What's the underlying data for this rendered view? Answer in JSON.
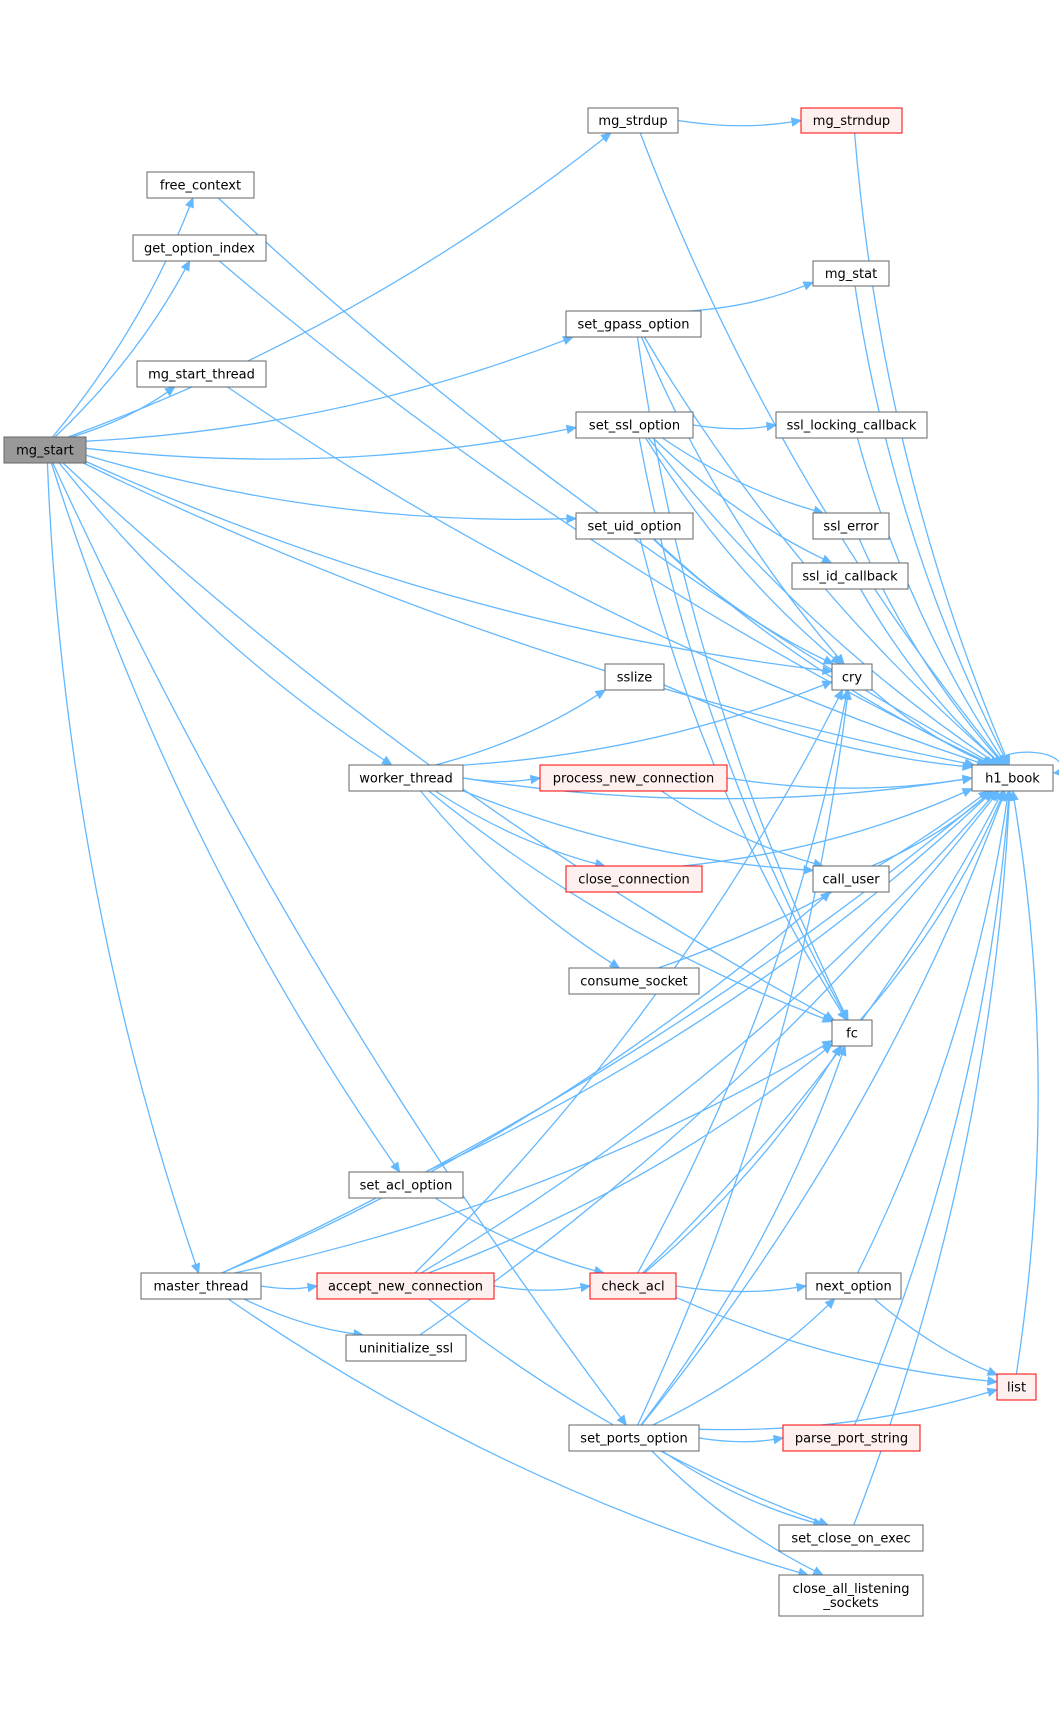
{
  "nodes": [
    {
      "id": "mg_start",
      "label": "mg_start",
      "style": "root"
    },
    {
      "id": "mg_strdup",
      "label": "mg_strdup",
      "style": "normal"
    },
    {
      "id": "mg_strndup",
      "label": "mg_strndup",
      "style": "red"
    },
    {
      "id": "free_context",
      "label": "free_context",
      "style": "normal"
    },
    {
      "id": "get_option_index",
      "label": "get_option_index",
      "style": "normal"
    },
    {
      "id": "mg_stat",
      "label": "mg_stat",
      "style": "normal"
    },
    {
      "id": "set_gpass_option",
      "label": "set_gpass_option",
      "style": "normal"
    },
    {
      "id": "mg_start_thread",
      "label": "mg_start_thread",
      "style": "normal"
    },
    {
      "id": "set_ssl_option",
      "label": "set_ssl_option",
      "style": "normal"
    },
    {
      "id": "ssl_locking_callback",
      "label": "ssl_locking_callback",
      "style": "normal"
    },
    {
      "id": "set_uid_option",
      "label": "set_uid_option",
      "style": "normal"
    },
    {
      "id": "ssl_error",
      "label": "ssl_error",
      "style": "normal"
    },
    {
      "id": "ssl_id_callback",
      "label": "ssl_id_callback",
      "style": "normal"
    },
    {
      "id": "sslize",
      "label": "sslize",
      "style": "normal"
    },
    {
      "id": "cry",
      "label": "cry",
      "style": "normal"
    },
    {
      "id": "h1_book",
      "label": "h1_book",
      "style": "normal"
    },
    {
      "id": "worker_thread",
      "label": "worker_thread",
      "style": "normal"
    },
    {
      "id": "process_new_connection",
      "label": "process_new_connection",
      "style": "red"
    },
    {
      "id": "call_user",
      "label": "call_user",
      "style": "normal"
    },
    {
      "id": "close_connection",
      "label": "close_connection",
      "style": "red"
    },
    {
      "id": "consume_socket",
      "label": "consume_socket",
      "style": "normal"
    },
    {
      "id": "fc",
      "label": "fc",
      "style": "normal"
    },
    {
      "id": "set_acl_option",
      "label": "set_acl_option",
      "style": "normal"
    },
    {
      "id": "master_thread",
      "label": "master_thread",
      "style": "normal"
    },
    {
      "id": "accept_new_connection",
      "label": "accept_new_connection",
      "style": "red"
    },
    {
      "id": "check_acl",
      "label": "check_acl",
      "style": "red"
    },
    {
      "id": "next_option",
      "label": "next_option",
      "style": "normal"
    },
    {
      "id": "uninitialize_ssl",
      "label": "uninitialize_ssl",
      "style": "normal"
    },
    {
      "id": "list",
      "label": "list",
      "style": "red"
    },
    {
      "id": "set_ports_option",
      "label": "set_ports_option",
      "style": "normal"
    },
    {
      "id": "parse_port_string",
      "label": "parse_port_string",
      "style": "red"
    },
    {
      "id": "set_close_on_exec",
      "label": "set_close_on_exec",
      "style": "normal"
    },
    {
      "id": "close_all_listening_sockets",
      "label": "close_all_listening\n_sockets",
      "style": "normal"
    }
  ],
  "edges": [
    [
      "mg_start",
      "h1_book"
    ],
    [
      "mg_start",
      "mg_strdup"
    ],
    [
      "mg_start",
      "free_context"
    ],
    [
      "mg_start",
      "get_option_index"
    ],
    [
      "mg_start",
      "set_gpass_option"
    ],
    [
      "mg_start",
      "mg_start_thread"
    ],
    [
      "mg_start",
      "set_ssl_option"
    ],
    [
      "mg_start",
      "cry"
    ],
    [
      "mg_start",
      "set_uid_option"
    ],
    [
      "mg_start",
      "worker_thread"
    ],
    [
      "mg_start",
      "fc"
    ],
    [
      "mg_start",
      "set_acl_option"
    ],
    [
      "mg_start",
      "master_thread"
    ],
    [
      "mg_start",
      "set_ports_option"
    ],
    [
      "mg_strdup",
      "mg_strndup"
    ],
    [
      "mg_strdup",
      "h1_book"
    ],
    [
      "mg_strndup",
      "h1_book"
    ],
    [
      "free_context",
      "h1_book"
    ],
    [
      "get_option_index",
      "h1_book"
    ],
    [
      "set_gpass_option",
      "mg_stat"
    ],
    [
      "set_gpass_option",
      "h1_book"
    ],
    [
      "set_gpass_option",
      "cry"
    ],
    [
      "set_gpass_option",
      "fc"
    ],
    [
      "mg_stat",
      "h1_book"
    ],
    [
      "mg_start_thread",
      "h1_book"
    ],
    [
      "set_ssl_option",
      "ssl_locking_callback"
    ],
    [
      "set_ssl_option",
      "h1_book"
    ],
    [
      "set_ssl_option",
      "ssl_error"
    ],
    [
      "set_ssl_option",
      "ssl_id_callback"
    ],
    [
      "set_ssl_option",
      "cry"
    ],
    [
      "set_ssl_option",
      "fc"
    ],
    [
      "ssl_locking_callback",
      "h1_book"
    ],
    [
      "ssl_error",
      "h1_book"
    ],
    [
      "ssl_id_callback",
      "h1_book"
    ],
    [
      "set_uid_option",
      "h1_book"
    ],
    [
      "set_uid_option",
      "cry"
    ],
    [
      "set_uid_option",
      "fc"
    ],
    [
      "sslize",
      "h1_book"
    ],
    [
      "cry",
      "h1_book"
    ],
    [
      "h1_book",
      "h1_book"
    ],
    [
      "worker_thread",
      "sslize"
    ],
    [
      "worker_thread",
      "cry"
    ],
    [
      "worker_thread",
      "h1_book"
    ],
    [
      "worker_thread",
      "process_new_connection"
    ],
    [
      "worker_thread",
      "call_user"
    ],
    [
      "worker_thread",
      "close_connection"
    ],
    [
      "worker_thread",
      "consume_socket"
    ],
    [
      "worker_thread",
      "fc"
    ],
    [
      "process_new_connection",
      "h1_book"
    ],
    [
      "process_new_connection",
      "call_user"
    ],
    [
      "call_user",
      "h1_book"
    ],
    [
      "close_connection",
      "h1_book"
    ],
    [
      "consume_socket",
      "h1_book"
    ],
    [
      "fc",
      "h1_book"
    ],
    [
      "set_acl_option",
      "h1_book"
    ],
    [
      "set_acl_option",
      "check_acl"
    ],
    [
      "master_thread",
      "accept_new_connection"
    ],
    [
      "master_thread",
      "call_user"
    ],
    [
      "master_thread",
      "fc"
    ],
    [
      "master_thread",
      "uninitialize_ssl"
    ],
    [
      "master_thread",
      "h1_book"
    ],
    [
      "master_thread",
      "close_all_listening_sockets"
    ],
    [
      "accept_new_connection",
      "check_acl"
    ],
    [
      "accept_new_connection",
      "cry"
    ],
    [
      "accept_new_connection",
      "fc"
    ],
    [
      "accept_new_connection",
      "h1_book"
    ],
    [
      "accept_new_connection",
      "set_close_on_exec"
    ],
    [
      "check_acl",
      "next_option"
    ],
    [
      "check_acl",
      "cry"
    ],
    [
      "check_acl",
      "fc"
    ],
    [
      "check_acl",
      "list"
    ],
    [
      "check_acl",
      "h1_book"
    ],
    [
      "next_option",
      "h1_book"
    ],
    [
      "next_option",
      "list"
    ],
    [
      "uninitialize_ssl",
      "h1_book"
    ],
    [
      "set_ports_option",
      "next_option"
    ],
    [
      "set_ports_option",
      "parse_port_string"
    ],
    [
      "set_ports_option",
      "list"
    ],
    [
      "set_ports_option",
      "set_close_on_exec"
    ],
    [
      "set_ports_option",
      "close_all_listening_sockets"
    ],
    [
      "set_ports_option",
      "h1_book"
    ],
    [
      "set_ports_option",
      "cry"
    ],
    [
      "set_ports_option",
      "fc"
    ],
    [
      "parse_port_string",
      "h1_book"
    ],
    [
      "set_close_on_exec",
      "h1_book"
    ],
    [
      "list",
      "h1_book"
    ]
  ]
}
